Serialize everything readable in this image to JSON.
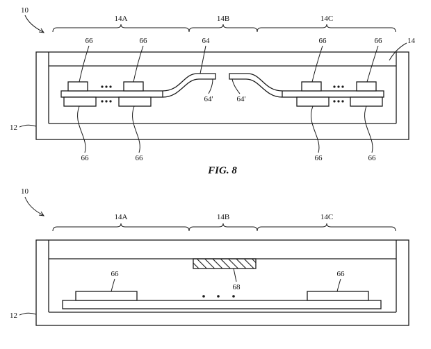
{
  "figure8": {
    "device_label": "10",
    "region_a": "14A",
    "region_b": "14B",
    "region_c": "14C",
    "layer_label": "14",
    "housing_label": "12",
    "flex_label": "64",
    "flex_end_left": "64'",
    "flex_end_right": "64'",
    "component_label": "66",
    "caption": "FIG. 8"
  },
  "figure9": {
    "device_label": "10",
    "region_a": "14A",
    "region_b": "14B",
    "region_c": "14C",
    "housing_label": "12",
    "component_label": "66",
    "center_label": "68"
  }
}
